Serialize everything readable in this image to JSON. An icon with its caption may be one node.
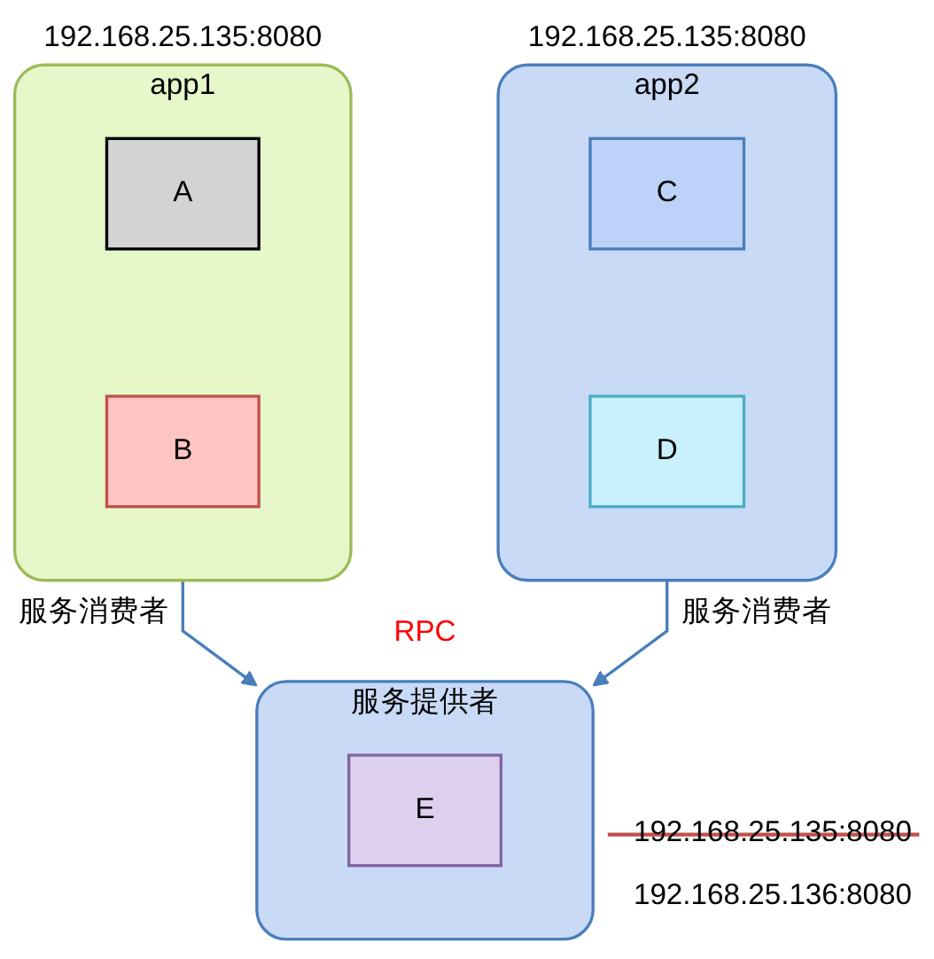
{
  "diagram": {
    "nodes": [
      {
        "text": [
          "app1"
        ],
        "beside": [
          "192.168.25.135:8080",
          "服务消费者"
        ]
      },
      {
        "text": [
          "A"
        ],
        "in": 0
      },
      {
        "text": [
          "B"
        ],
        "in": 0
      },
      {
        "text": [
          "app2"
        ],
        "beside": [
          "192.168.25.135:8080",
          "服务消费者"
        ]
      },
      {
        "text": [
          "C"
        ],
        "in": 3
      },
      {
        "text": [
          "D"
        ],
        "in": 3
      },
      {
        "text": [
          "服务提供者"
        ],
        "beside": [
          "192.168.25.135:8080",
          "192.168.25.136:8080"
        ]
      },
      {
        "text": [
          "E"
        ],
        "in": 6
      }
    ],
    "edges": [
      {
        "from": 0,
        "to": 6,
        "arrow": "to"
      },
      {
        "from": 3,
        "to": 6,
        "arrow": "to"
      }
    ],
    "labels": [
      "RPC"
    ]
  }
}
